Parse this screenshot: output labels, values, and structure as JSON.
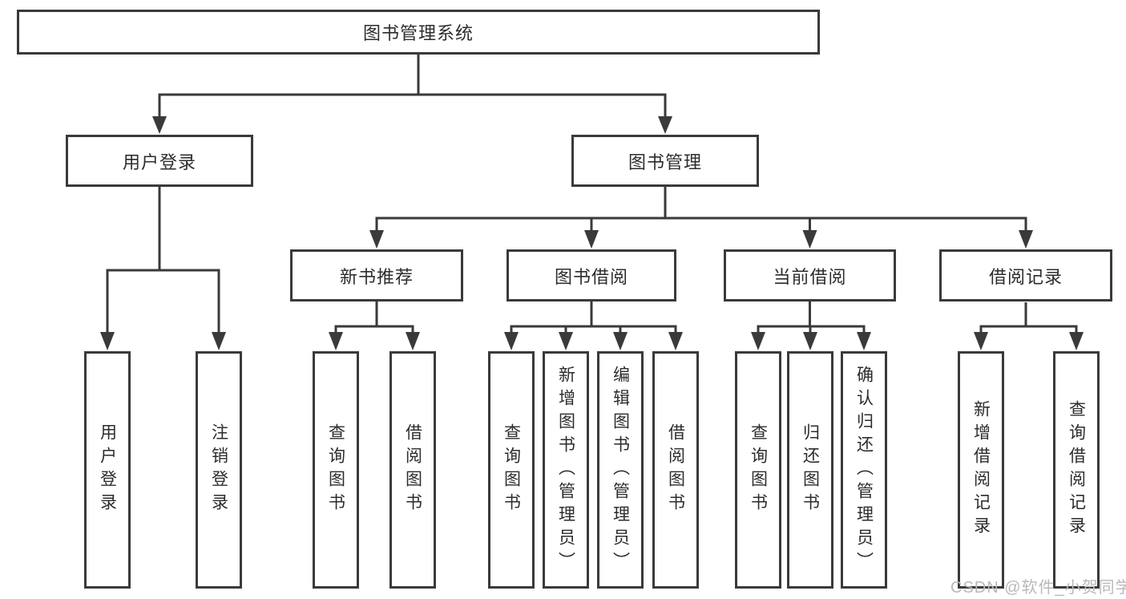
{
  "colors": {
    "line": "#3a3a3a",
    "text": "#2c2c2c",
    "watermark": "#b9b9b9",
    "background": "#ffffff"
  },
  "watermark": {
    "text": "CSDN @软件_小贺同学"
  },
  "tree": {
    "root": "图书管理系统",
    "branches": [
      {
        "label": "用户登录",
        "children": [
          "用户登录",
          "注销登录"
        ]
      },
      {
        "label": "图书管理",
        "sections": [
          {
            "label": "新书推荐",
            "children": [
              "查询图书",
              "借阅图书"
            ]
          },
          {
            "label": "图书借阅",
            "children": [
              "查询图书",
              "新增图书（管理员）",
              "编辑图书（管理员）",
              "借阅图书"
            ]
          },
          {
            "label": "当前借阅",
            "children": [
              "查询图书",
              "归还图书",
              "确认归还（管理员）"
            ]
          },
          {
            "label": "借阅记录",
            "children": [
              "新增借阅记录",
              "查询借阅记录"
            ]
          }
        ]
      }
    ]
  }
}
